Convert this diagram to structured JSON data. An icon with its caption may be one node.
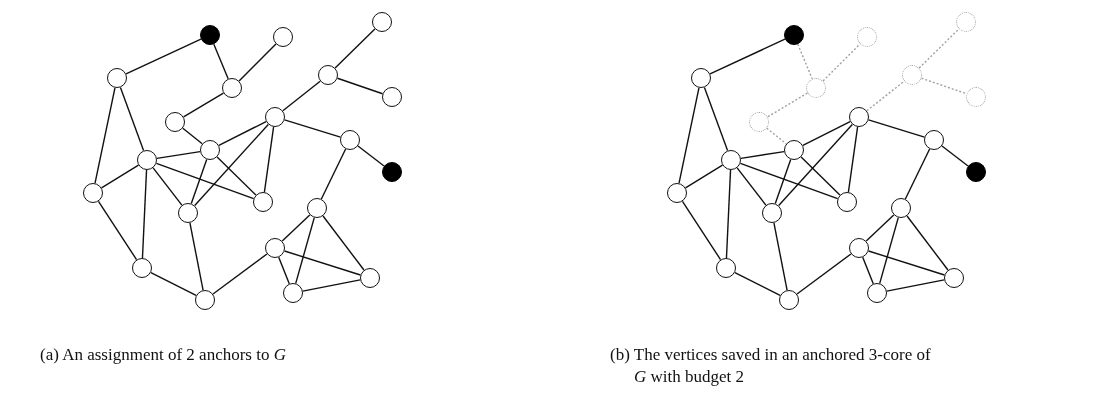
{
  "diagram": {
    "nodes": [
      {
        "text": [],
        "shape": "disc"
      },
      {
        "text": [],
        "shape": "circle"
      },
      {
        "text": [],
        "shape": "circle"
      },
      {
        "text": [],
        "shape": "circle"
      },
      {
        "text": [],
        "shape": "circle"
      },
      {
        "text": [],
        "shape": "circle"
      },
      {
        "text": [],
        "shape": "circle"
      },
      {
        "text": [],
        "shape": "circle"
      },
      {
        "text": [],
        "shape": "circle"
      },
      {
        "text": [],
        "shape": "circle"
      },
      {
        "text": [],
        "shape": "circle"
      },
      {
        "text": [],
        "shape": "circle"
      },
      {
        "text": [],
        "shape": "disc"
      },
      {
        "text": [],
        "shape": "circle"
      },
      {
        "text": [],
        "shape": "circle"
      },
      {
        "text": [],
        "shape": "circle"
      },
      {
        "text": [],
        "shape": "circle"
      },
      {
        "text": [],
        "shape": "circle"
      },
      {
        "text": [],
        "shape": "circle"
      },
      {
        "text": [],
        "shape": "circle"
      },
      {
        "text": [],
        "shape": "circle"
      },
      {
        "text": [],
        "shape": "circle"
      },
      {
        "text": [],
        "shape": "disc"
      },
      {
        "text": [],
        "shape": "dashed-circle"
      },
      {
        "text": [],
        "shape": "dashed-circle"
      },
      {
        "text": [],
        "shape": "circle"
      },
      {
        "text": [],
        "shape": "dashed-circle"
      },
      {
        "text": [],
        "shape": "dashed-circle"
      },
      {
        "text": [],
        "shape": "dashed-circle"
      },
      {
        "text": [],
        "shape": "dashed-circle"
      },
      {
        "text": [],
        "shape": "circle"
      },
      {
        "text": [],
        "shape": "circle"
      },
      {
        "text": [],
        "shape": "circle"
      },
      {
        "text": [],
        "shape": "circle"
      },
      {
        "text": [],
        "shape": "disc"
      },
      {
        "text": [],
        "shape": "circle"
      },
      {
        "text": [],
        "shape": "circle"
      },
      {
        "text": [],
        "shape": "circle"
      },
      {
        "text": [],
        "shape": "circle"
      },
      {
        "text": [],
        "shape": "circle"
      },
      {
        "text": [],
        "shape": "circle"
      },
      {
        "text": [],
        "shape": "circle"
      },
      {
        "text": [],
        "shape": "circle"
      },
      {
        "text": [],
        "shape": "circle"
      }
    ],
    "edges": [
      {
        "from": 0,
        "to": 3,
        "arrow": "none"
      },
      {
        "from": 0,
        "to": 4,
        "arrow": "none"
      },
      {
        "from": 4,
        "to": 1,
        "arrow": "none"
      },
      {
        "from": 4,
        "to": 7,
        "arrow": "none"
      },
      {
        "from": 7,
        "to": 10,
        "arrow": "none"
      },
      {
        "from": 10,
        "to": 11,
        "arrow": "none"
      },
      {
        "from": 10,
        "to": 8,
        "arrow": "none"
      },
      {
        "from": 10,
        "to": 15,
        "arrow": "none"
      },
      {
        "from": 10,
        "to": 14,
        "arrow": "none"
      },
      {
        "from": 8,
        "to": 5,
        "arrow": "none"
      },
      {
        "from": 5,
        "to": 2,
        "arrow": "none"
      },
      {
        "from": 5,
        "to": 6,
        "arrow": "none"
      },
      {
        "from": 8,
        "to": 9,
        "arrow": "none"
      },
      {
        "from": 8,
        "to": 15,
        "arrow": "none"
      },
      {
        "from": 8,
        "to": 14,
        "arrow": "none"
      },
      {
        "from": 9,
        "to": 12,
        "arrow": "none"
      },
      {
        "from": 9,
        "to": 16,
        "arrow": "none"
      },
      {
        "from": 3,
        "to": 11,
        "arrow": "none"
      },
      {
        "from": 3,
        "to": 13,
        "arrow": "none"
      },
      {
        "from": 11,
        "to": 13,
        "arrow": "none"
      },
      {
        "from": 11,
        "to": 15,
        "arrow": "none"
      },
      {
        "from": 11,
        "to": 14,
        "arrow": "none"
      },
      {
        "from": 11,
        "to": 18,
        "arrow": "none"
      },
      {
        "from": 13,
        "to": 18,
        "arrow": "none"
      },
      {
        "from": 15,
        "to": 21,
        "arrow": "none"
      },
      {
        "from": 18,
        "to": 21,
        "arrow": "none"
      },
      {
        "from": 21,
        "to": 17,
        "arrow": "none"
      },
      {
        "from": 16,
        "to": 17,
        "arrow": "none"
      },
      {
        "from": 16,
        "to": 20,
        "arrow": "none"
      },
      {
        "from": 16,
        "to": 19,
        "arrow": "none"
      },
      {
        "from": 17,
        "to": 20,
        "arrow": "none"
      },
      {
        "from": 17,
        "to": 19,
        "arrow": "none"
      },
      {
        "from": 20,
        "to": 19,
        "arrow": "none"
      },
      {
        "from": 22,
        "to": 25,
        "arrow": "none"
      },
      {
        "from": 22,
        "to": 26,
        "arrow": "none",
        "style": "dashed",
        "color": "#a0a0a0"
      },
      {
        "from": 26,
        "to": 23,
        "arrow": "none",
        "style": "dashed",
        "color": "#a0a0a0"
      },
      {
        "from": 26,
        "to": 29,
        "arrow": "none",
        "style": "dashed",
        "color": "#a0a0a0"
      },
      {
        "from": 29,
        "to": 32,
        "arrow": "none",
        "style": "dashed",
        "color": "#a0a0a0"
      },
      {
        "from": 32,
        "to": 33,
        "arrow": "none"
      },
      {
        "from": 32,
        "to": 30,
        "arrow": "none"
      },
      {
        "from": 32,
        "to": 37,
        "arrow": "none"
      },
      {
        "from": 32,
        "to": 36,
        "arrow": "none"
      },
      {
        "from": 30,
        "to": 27,
        "arrow": "none",
        "style": "dashed",
        "color": "#a0a0a0"
      },
      {
        "from": 27,
        "to": 24,
        "arrow": "none",
        "style": "dashed",
        "color": "#a0a0a0"
      },
      {
        "from": 27,
        "to": 28,
        "arrow": "none",
        "style": "dashed",
        "color": "#a0a0a0"
      },
      {
        "from": 30,
        "to": 31,
        "arrow": "none"
      },
      {
        "from": 30,
        "to": 37,
        "arrow": "none"
      },
      {
        "from": 30,
        "to": 36,
        "arrow": "none"
      },
      {
        "from": 31,
        "to": 34,
        "arrow": "none"
      },
      {
        "from": 31,
        "to": 38,
        "arrow": "none"
      },
      {
        "from": 25,
        "to": 33,
        "arrow": "none"
      },
      {
        "from": 25,
        "to": 35,
        "arrow": "none"
      },
      {
        "from": 33,
        "to": 35,
        "arrow": "none"
      },
      {
        "from": 33,
        "to": 37,
        "arrow": "none"
      },
      {
        "from": 33,
        "to": 36,
        "arrow": "none"
      },
      {
        "from": 33,
        "to": 40,
        "arrow": "none"
      },
      {
        "from": 35,
        "to": 40,
        "arrow": "none"
      },
      {
        "from": 37,
        "to": 43,
        "arrow": "none"
      },
      {
        "from": 40,
        "to": 43,
        "arrow": "none"
      },
      {
        "from": 43,
        "to": 39,
        "arrow": "none"
      },
      {
        "from": 38,
        "to": 39,
        "arrow": "none"
      },
      {
        "from": 38,
        "to": 42,
        "arrow": "none"
      },
      {
        "from": 38,
        "to": 41,
        "arrow": "none"
      },
      {
        "from": 39,
        "to": 42,
        "arrow": "none"
      },
      {
        "from": 39,
        "to": 41,
        "arrow": "none"
      },
      {
        "from": 42,
        "to": 41,
        "arrow": "none"
      }
    ],
    "labels": [
      "(a) An assignment of 2 anchors to *G*",
      "(b) The vertices saved in an anchored 3-core of *G* with budget 2"
    ]
  }
}
